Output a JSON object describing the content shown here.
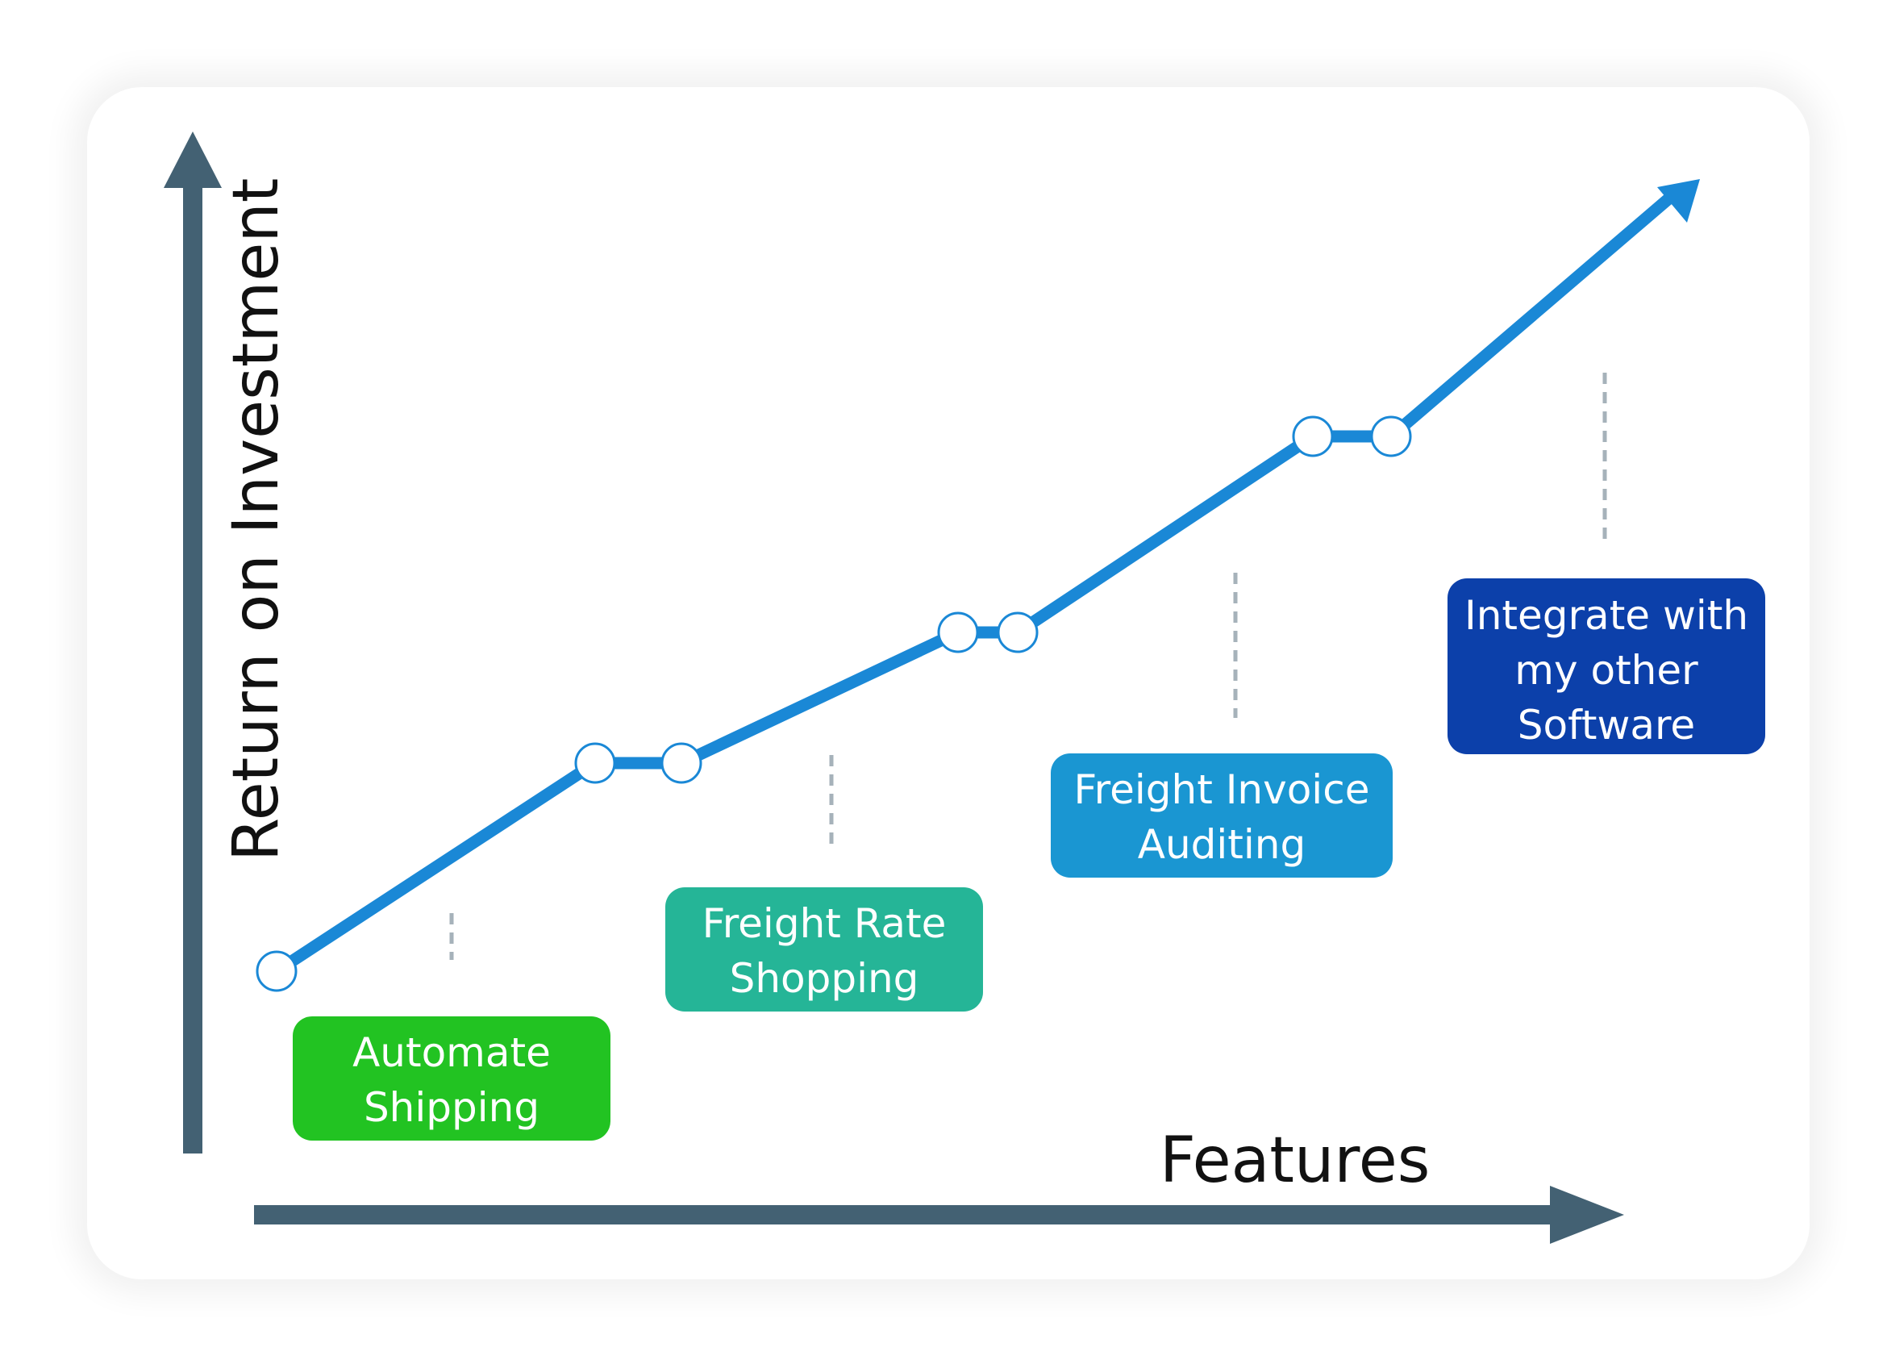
{
  "axes": {
    "y_label": "Return on Investment",
    "x_label": "Features",
    "color": "#436173"
  },
  "trend": {
    "color": "#1a88d6",
    "marker_fill": "#ffffff"
  },
  "features": [
    {
      "lines": [
        "Automate",
        "Shipping"
      ],
      "color": "#22c322"
    },
    {
      "lines": [
        "Freight Rate",
        "Shopping"
      ],
      "color": "#25b597"
    },
    {
      "lines": [
        "Freight Invoice",
        "Auditing"
      ],
      "color": "#1a96d2"
    },
    {
      "lines": [
        "Integrate with",
        "my other",
        "Software"
      ],
      "color": "#0c40aa"
    }
  ],
  "connector_color": "#a6b2ba"
}
